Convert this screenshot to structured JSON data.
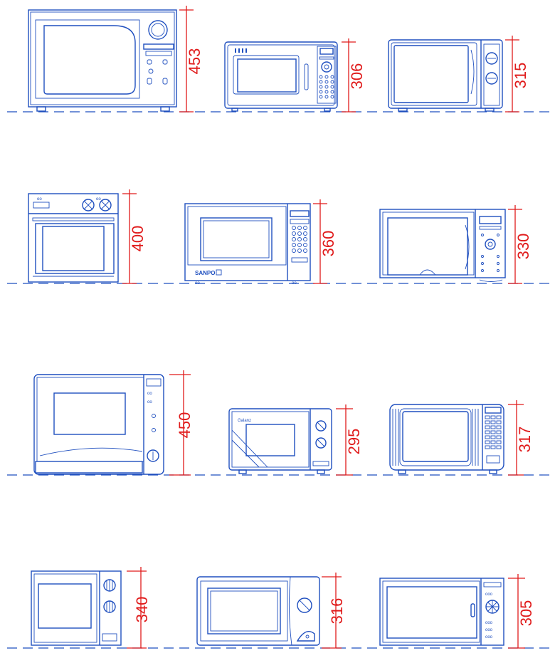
{
  "title": "",
  "colors": {
    "outline": "#1f4fbf",
    "dimension": "#e01b1b",
    "background": "#ffffff"
  },
  "brand_labels": {
    "sanpo": "SANPO",
    "galanz": "Galanz"
  },
  "dimensions": {
    "m1": "453",
    "m2": "306",
    "m3": "315",
    "m4": "400",
    "m5": "360",
    "m6": "330",
    "m7": "450",
    "m8": "295",
    "m9": "317",
    "m10": "340",
    "m11": "316",
    "m12": "305"
  }
}
